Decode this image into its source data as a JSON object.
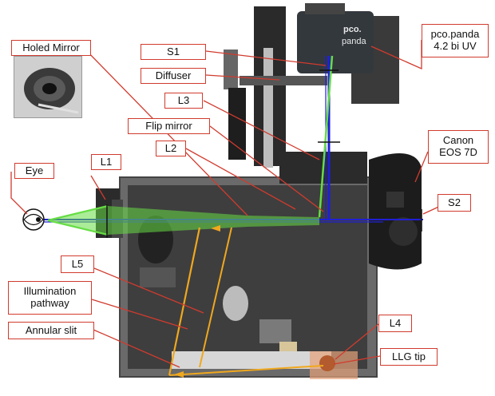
{
  "labels": {
    "holed_mirror": "Holed Mirror",
    "s1": "S1",
    "diffuser": "Diffuser",
    "l3": "L3",
    "flip_mirror": "Flip mirror",
    "l2": "L2",
    "eye": "Eye",
    "l1": "L1",
    "pco_panda": "pco.panda\n4.2 bi UV",
    "canon": "Canon\nEOS 7D",
    "s2": "S2",
    "l5": "L5",
    "illumination": "Illumination\npathway",
    "annular_slit": "Annular slit",
    "l4": "L4",
    "llg_tip": "LLG tip"
  },
  "colors": {
    "label_border": "#d13b2e",
    "leader_line": "#d13b2e",
    "imaging_beam": "#1f1fd6",
    "fluorescence_beam": "#66dd44",
    "illumination_beam": "#f0a81e"
  },
  "camera_brand_text": "pco.\npanda"
}
